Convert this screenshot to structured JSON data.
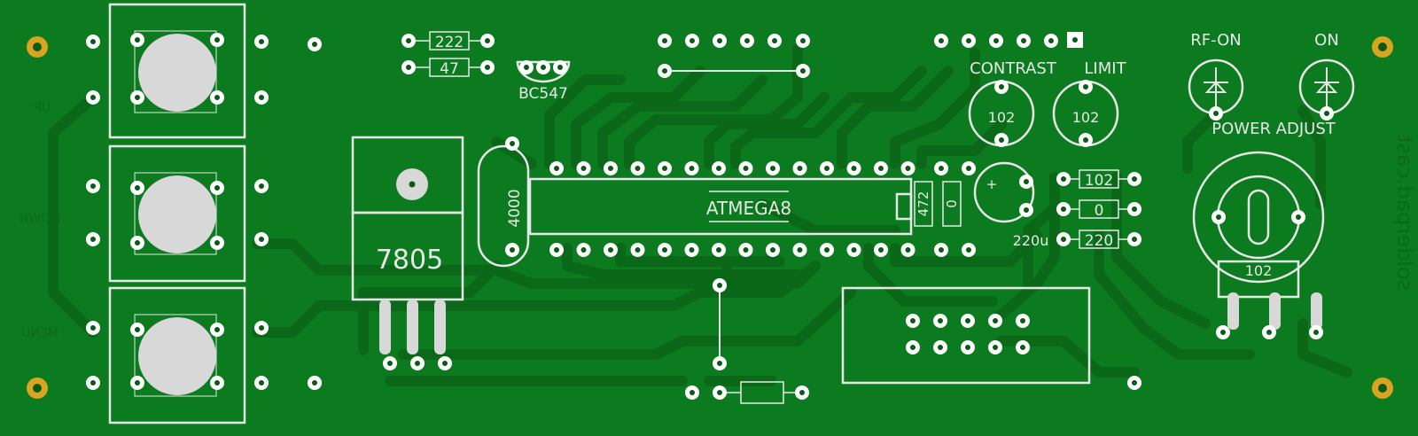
{
  "board": {
    "colors": {
      "substrate": "#0c7a1e",
      "trace": "#0a6818",
      "silkscreen": "#e8e8e8",
      "pad": "#ffffff",
      "pad_hole": "#0a5a14",
      "mount_pad": "#d9a520",
      "button_cap": "#d8d8d8",
      "mirrored_text": "#0a6a18"
    }
  },
  "labels": {
    "r_222": "222",
    "r_47": "47",
    "transistor": "BC547",
    "regulator": "7805",
    "crystal": "4000",
    "mcu": "ATMEGA8",
    "r_472": "472",
    "r_0_small": "0",
    "contrast": "CONTRAST",
    "limit": "LIMIT",
    "pot_contrast_val": "102",
    "pot_limit_val": "102",
    "cap_val": "220u",
    "cap_plus": "+",
    "r_102": "102",
    "r_0": "0",
    "r_220": "220",
    "rf_on": "RF-ON",
    "on": "ON",
    "power_adjust": "POWER ADJUST",
    "pot_power_val": "102"
  },
  "mirrored_labels": {
    "up": "UP",
    "down": "DOWN",
    "menu": "MENU",
    "brand": "solderpad.cast"
  }
}
